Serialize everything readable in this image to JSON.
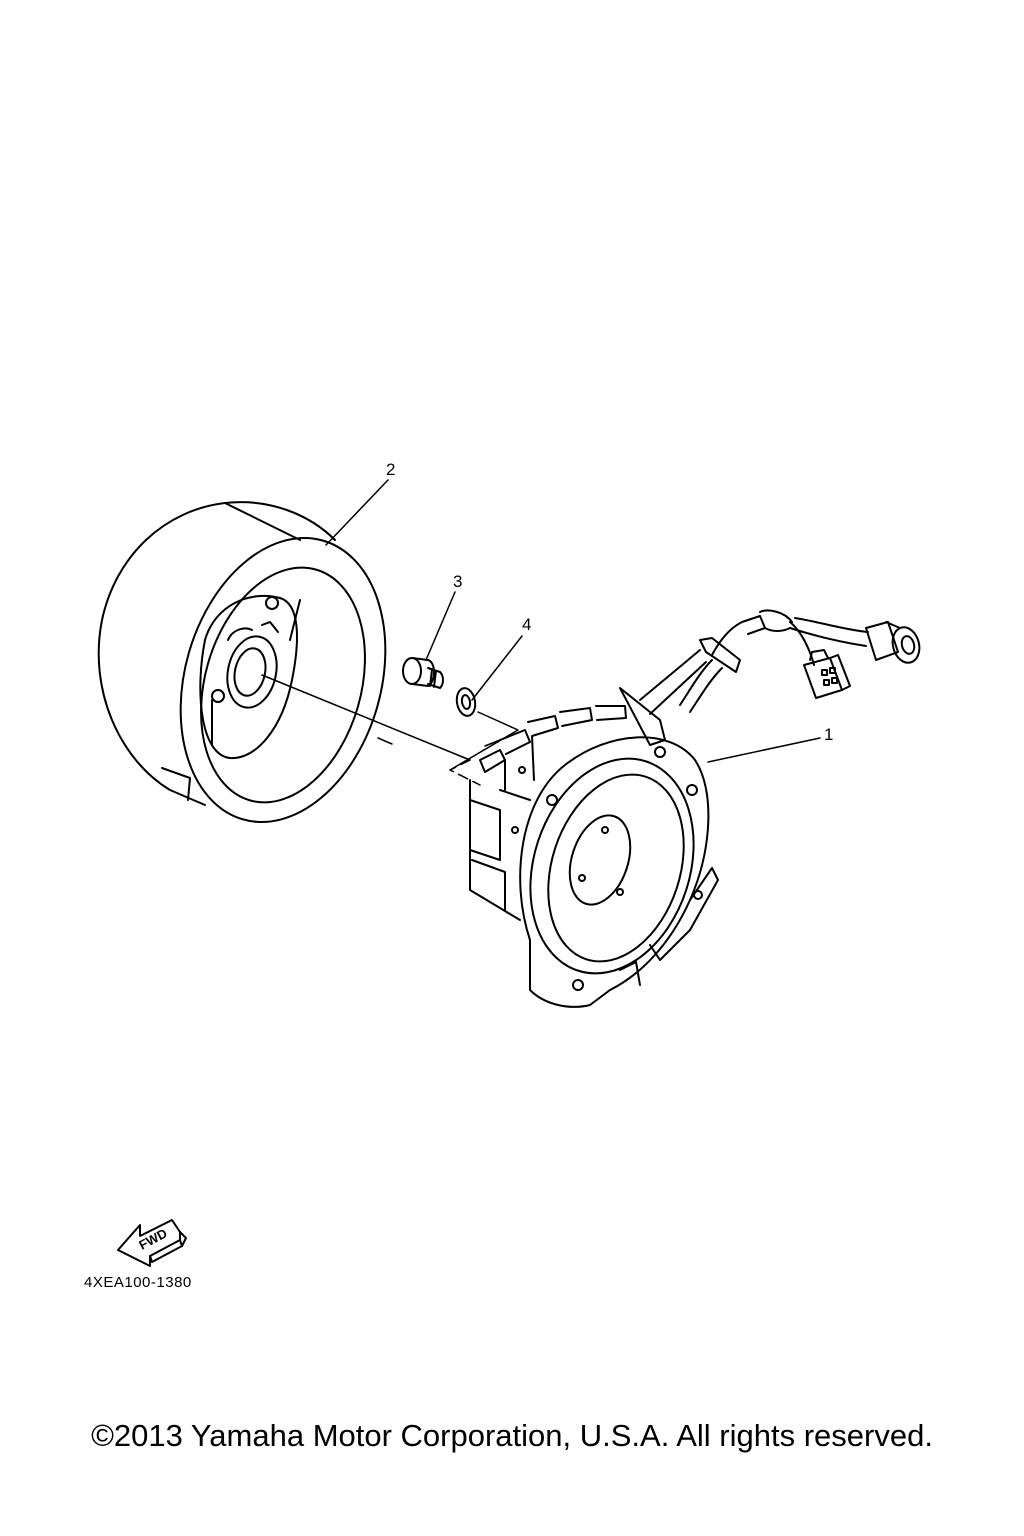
{
  "callouts": [
    {
      "number": "1",
      "part": "stator"
    },
    {
      "number": "2",
      "part": "rotor-flywheel"
    },
    {
      "number": "3",
      "part": "bolt"
    },
    {
      "number": "4",
      "part": "washer"
    }
  ],
  "fwd_indicator": {
    "label": "FWD",
    "icon": "forward-arrow-icon"
  },
  "reference_code": "4XEA100-1380",
  "copyright": "©2013 Yamaha Motor Corporation, U.S.A. All rights reserved."
}
